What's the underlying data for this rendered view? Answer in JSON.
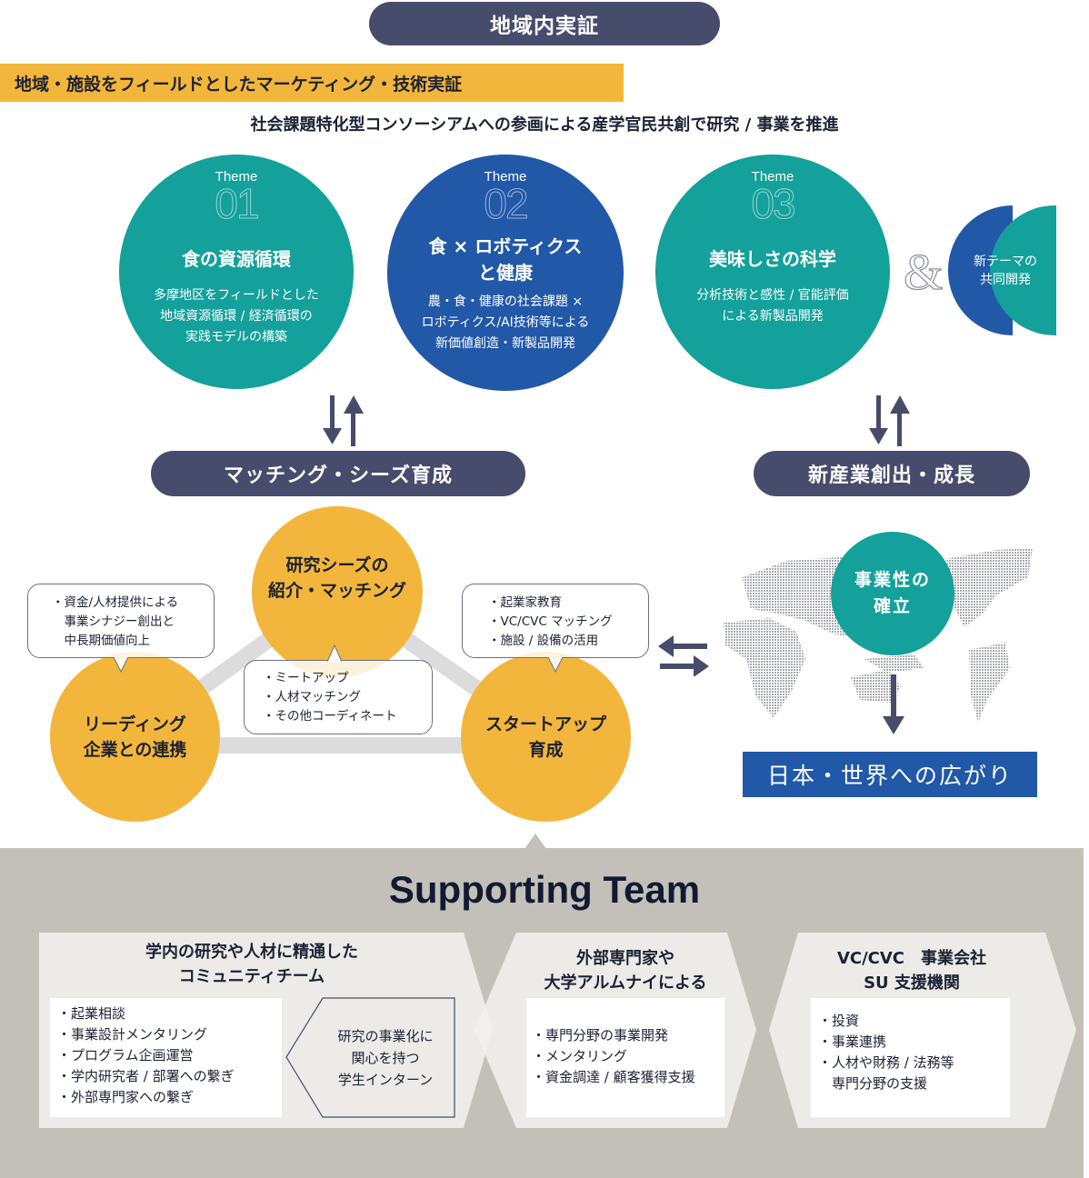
{
  "header": {
    "title": "地域内実証",
    "banner": "地域・施設をフィールドとしたマーケティング・技術実証",
    "subtitle": "社会課題特化型コンソーシアムへの参画による産学官民共創で研究 / 事業を推進"
  },
  "themes": [
    {
      "label": "Theme",
      "number": "01",
      "title": "食の資源循環",
      "title2": "",
      "desc": [
        "多摩地区をフィールドとした",
        "地域資源循環 / 経済循環の",
        "実践モデルの構築"
      ],
      "color": "#14a09b"
    },
    {
      "label": "Theme",
      "number": "02",
      "title": "食 × ロボティクス",
      "title2": "と健康",
      "desc": [
        "農・食・健康の社会課題 ×",
        "ロボティクス/AI技術等による",
        "新価値創造・新製品開発"
      ],
      "color": "#2158a8"
    },
    {
      "label": "Theme",
      "number": "03",
      "title": "美味しさの科学",
      "title2": "",
      "desc": [
        "分析技術と感性 / 官能評価",
        "による新製品開発"
      ],
      "color": "#14a09b"
    }
  ],
  "ampersand": "&",
  "new_theme": {
    "line1": "新テーマの",
    "line2": "共同開発"
  },
  "pills": {
    "matching": "マッチング・シーズ育成",
    "new_industry": "新産業創出・成長"
  },
  "triangle": {
    "top": {
      "line1": "研究シーズの",
      "line2": "紹介・マッチング"
    },
    "left": {
      "line1": "リーディング",
      "line2": "企業との連携"
    },
    "right": {
      "line1": "スタートアップ",
      "line2": "育成"
    },
    "bubble_left": [
      "・資金/人材提供による",
      "　事業シナジー創出と",
      "　中長期価値向上"
    ],
    "bubble_center": [
      "・ミートアップ",
      "・人材マッチング",
      "・その他コーディネート"
    ],
    "bubble_right": [
      "・起業家教育",
      "・VC/CVC マッチング",
      "・施設 / 設備の活用"
    ]
  },
  "global": {
    "business_circle": {
      "line1": "事業性の",
      "line2": "確立"
    },
    "spread_label": "日本・世界への広がり"
  },
  "support": {
    "title": "Supporting Team",
    "panels": [
      {
        "title1": "学内の研究や人材に精通した",
        "title2": "コミュニティチーム",
        "items": [
          "・起業相談",
          "・事業設計メンタリング",
          "・プログラム企画運営",
          "・学内研究者 / 部署への繋ぎ",
          "・外部専門家への繋ぎ"
        ],
        "intern": [
          "研究の事業化に",
          "関心を持つ",
          "学生インターン"
        ]
      },
      {
        "title1": "外部専門家や",
        "title2": "大学アルムナイによる",
        "items": [
          "・専門分野の事業開発",
          "・メンタリング",
          "・資金調達 / 顧客獲得支援"
        ]
      },
      {
        "title1": "VC/CVC　事業会社",
        "title2": "SU 支援機関",
        "items": [
          "・投資",
          "・事業連携",
          "・人材や財務 / 法務等",
          "　専門分野の支援"
        ]
      }
    ]
  },
  "colors": {
    "navy": "#474c6c",
    "teal": "#14a09b",
    "blue": "#2158a8",
    "orange": "#f3b63c",
    "support_gray": "#c3c0b9"
  }
}
